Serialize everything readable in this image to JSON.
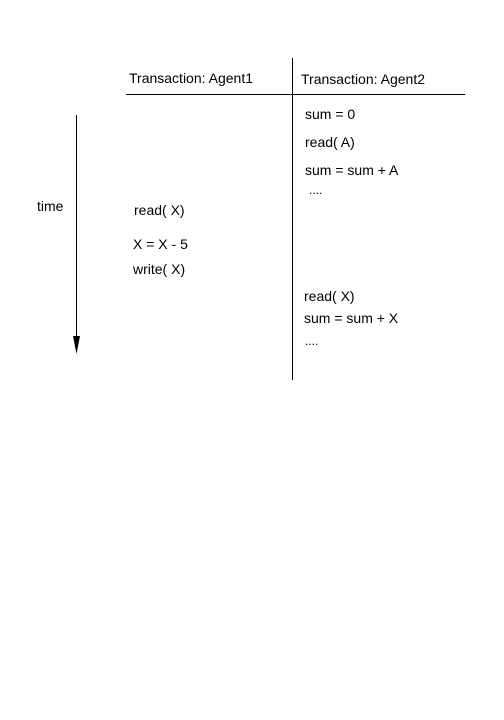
{
  "headers": {
    "agent1": "Transaction: Agent1",
    "agent2": "Transaction: Agent2"
  },
  "time_label": "time",
  "agent1_steps": [
    "read( X)",
    "X = X - 5",
    "write( X)"
  ],
  "agent2_steps": [
    "sum = 0",
    "read( A)",
    "sum = sum + A",
    "....",
    "read( X)",
    "sum = sum + X",
    "...."
  ],
  "colors": {
    "ink": "#000000",
    "background": "#ffffff"
  }
}
